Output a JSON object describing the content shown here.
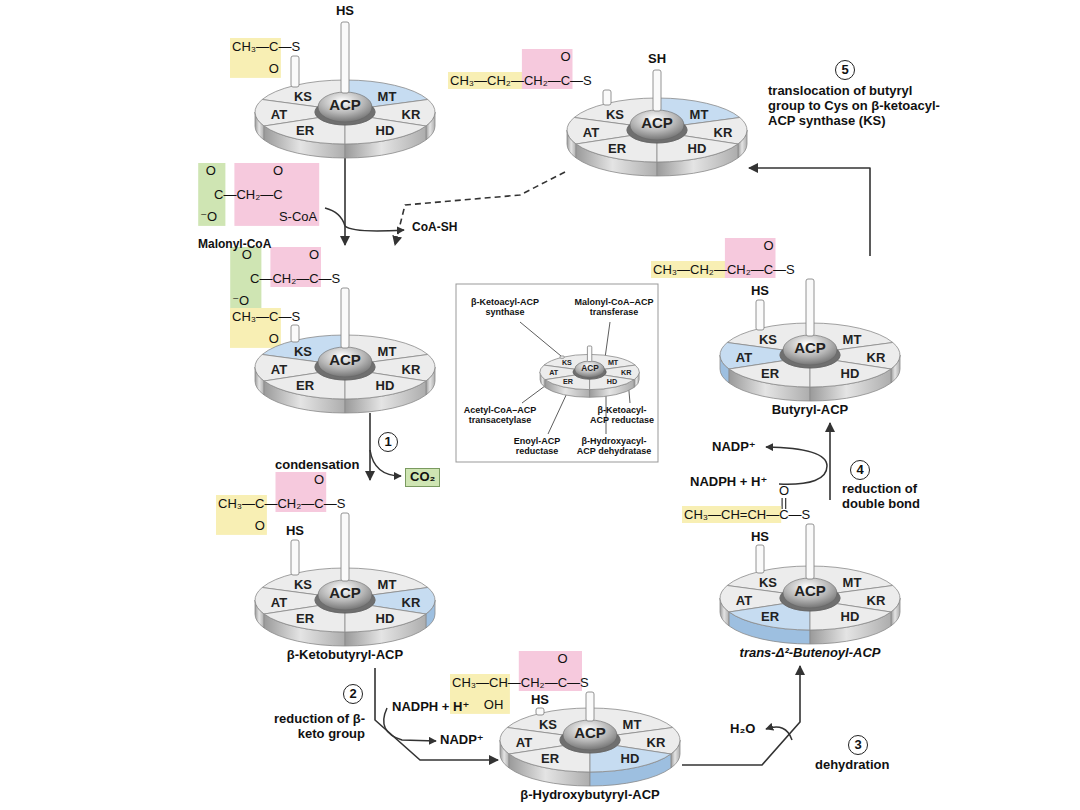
{
  "diagram": {
    "nodes": [
      {
        "text": [
          "KS",
          "MT",
          "AT",
          "ACP",
          "KR",
          "ER",
          "HD"
        ]
      },
      {
        "text": [
          "KS",
          "MT",
          "AT",
          "ACP",
          "KR",
          "ER",
          "HD"
        ]
      },
      {
        "text": [
          "KS",
          "MT",
          "AT",
          "ACP",
          "KR",
          "ER",
          "HD"
        ]
      },
      {
        "text": [
          "KS",
          "MT",
          "AT",
          "ACP",
          "KR",
          "ER",
          "HD"
        ]
      },
      {
        "text": [
          "KS",
          "MT",
          "AT",
          "ACP",
          "KR",
          "ER",
          "HD",
          "Butyryl-ACP"
        ]
      },
      {
        "text": [
          "KS",
          "MT",
          "AT",
          "ACP",
          "KR",
          "ER",
          "HD",
          "β-Ketobutyryl-ACP"
        ]
      },
      {
        "text": [
          "KS",
          "MT",
          "AT",
          "ACP",
          "KR",
          "ER",
          "HD",
          "trans-Δ²-Butenoyl-ACP"
        ]
      },
      {
        "text": [
          "KS",
          "MT",
          "AT",
          "ACP",
          "KR",
          "ER",
          "HD",
          "β-Hydroxybutyryl-ACP"
        ]
      }
    ],
    "edges": [
      {
        "from": 0,
        "to": 2,
        "arrow": "to"
      },
      {
        "from": 2,
        "to": 5,
        "arrow": "to"
      },
      {
        "from": 5,
        "to": 7,
        "arrow": "to"
      },
      {
        "from": 7,
        "to": 6,
        "arrow": "to"
      },
      {
        "from": 6,
        "to": 4,
        "arrow": "to"
      },
      {
        "from": 4,
        "to": 1,
        "arrow": "to"
      },
      {
        "from": 1,
        "to": 2,
        "arrow": "to"
      }
    ],
    "labels": [
      "HS",
      "CH₃—C—S",
      "O",
      "C—CH₂—C",
      "O",
      "O",
      "⁻O",
      "S-CoA",
      "Malonyl-CoA",
      "CoA-SH",
      "C—CH₂—C—S",
      "O",
      "O",
      "⁻O",
      "CH₃—C—S",
      "O",
      "1",
      "condensation",
      "CO₂",
      "CH₃—C—CH₂—C—S",
      "O",
      "O",
      "HS",
      "2",
      "reduction of β-keto group",
      "NADPH + H⁺",
      "NADP⁺",
      "CH₃—CH—CH₂—C—S",
      "OH",
      "O",
      "HS",
      "3",
      "dehydration",
      "H₂O",
      "CH₃—CH=CH—C—S",
      "O",
      "HS",
      "4",
      "reduction of double bond",
      "NADPH + H⁺",
      "NADP⁺",
      "CH₃—CH₂—CH₂—C—S",
      "O",
      "HS",
      "5",
      "translocation of butyryl group to Cys on β-ketoacyl-ACP synthase (KS)",
      "CH₃—CH₂—CH₂—C—S",
      "O",
      "SH",
      "β-Ketoacyl-ACP synthase",
      "Malonyl-CoA–ACP transferase",
      "Acetyl-CoA–ACP transacetylase",
      "Enoyl-ACP reductase",
      "β-Ketoacyl-ACP reductase",
      "β-Hydroxyacyl-ACP dehydratase"
    ]
  }
}
